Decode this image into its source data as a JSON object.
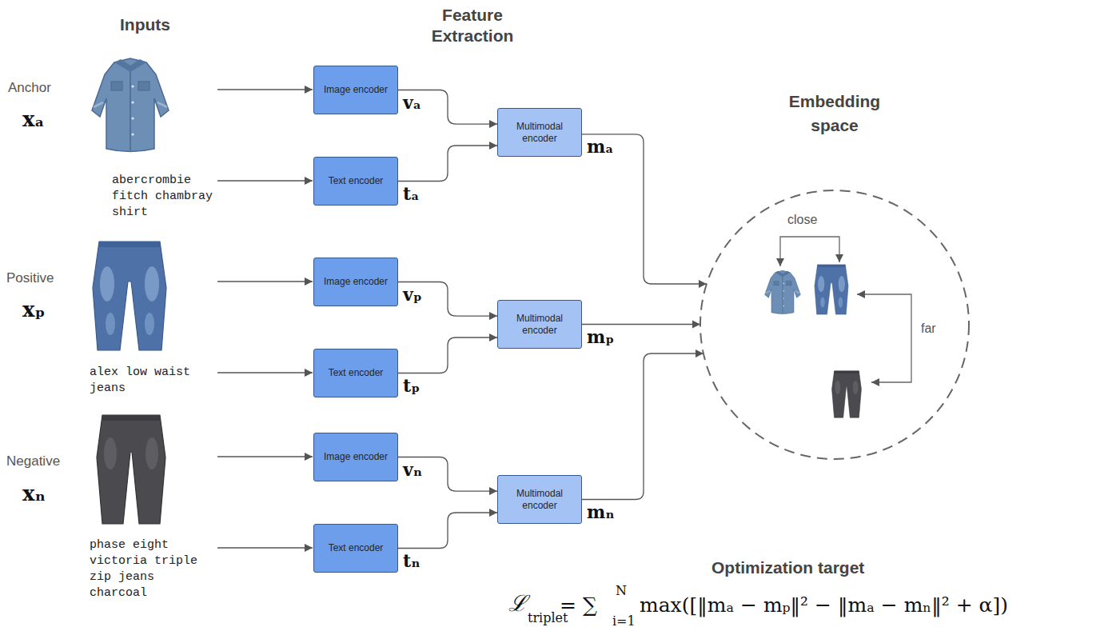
{
  "diagram": {
    "nodes": [
      {
        "text": [
          "Image encoder"
        ]
      },
      {
        "text": [
          "Text encoder"
        ]
      },
      {
        "text": [
          "Multimodal encoder"
        ]
      },
      {
        "text": [
          "Image encoder"
        ]
      },
      {
        "text": [
          "Text encoder"
        ]
      },
      {
        "text": [
          "Multimodal encoder"
        ]
      },
      {
        "text": [
          "Image encoder"
        ]
      },
      {
        "text": [
          "Text encoder"
        ]
      },
      {
        "text": [
          "Multimodal encoder"
        ]
      },
      {
        "text": [
          "Embedding space"
        ]
      }
    ],
    "edges": [
      {
        "from": 0,
        "to": 2,
        "arrow": "to",
        "label": "vₐ"
      },
      {
        "from": 1,
        "to": 2,
        "arrow": "to",
        "label": "tₐ"
      },
      {
        "from": 2,
        "to": 9,
        "arrow": "to",
        "label": "mₐ"
      },
      {
        "from": 3,
        "to": 5,
        "arrow": "to",
        "label": "vₚ"
      },
      {
        "from": 4,
        "to": 5,
        "arrow": "to",
        "label": "tₚ"
      },
      {
        "from": 5,
        "to": 9,
        "arrow": "to",
        "label": "mₚ"
      },
      {
        "from": 6,
        "to": 8,
        "arrow": "to",
        "label": "vₙ"
      },
      {
        "from": 7,
        "to": 8,
        "arrow": "to",
        "label": "tₙ"
      },
      {
        "from": 8,
        "to": 9,
        "arrow": "to",
        "label": "mₙ"
      }
    ],
    "labels": [
      "Inputs",
      "Feature Extraction",
      "Anchor",
      "xₐ",
      "abercrombie fitch chambray shirt",
      "Positive",
      "xₚ",
      "alex low waist jeans",
      "Negative",
      "xₙ",
      "phase eight victoria triple zip jeans charcoal",
      "close",
      "far",
      "Optimization target",
      "ℒ",
      "triplet",
      "= ∑",
      "N",
      "i=1",
      "max([‖mₐ − mₚ‖² − ‖mₐ − mₙ‖² + α])"
    ]
  }
}
